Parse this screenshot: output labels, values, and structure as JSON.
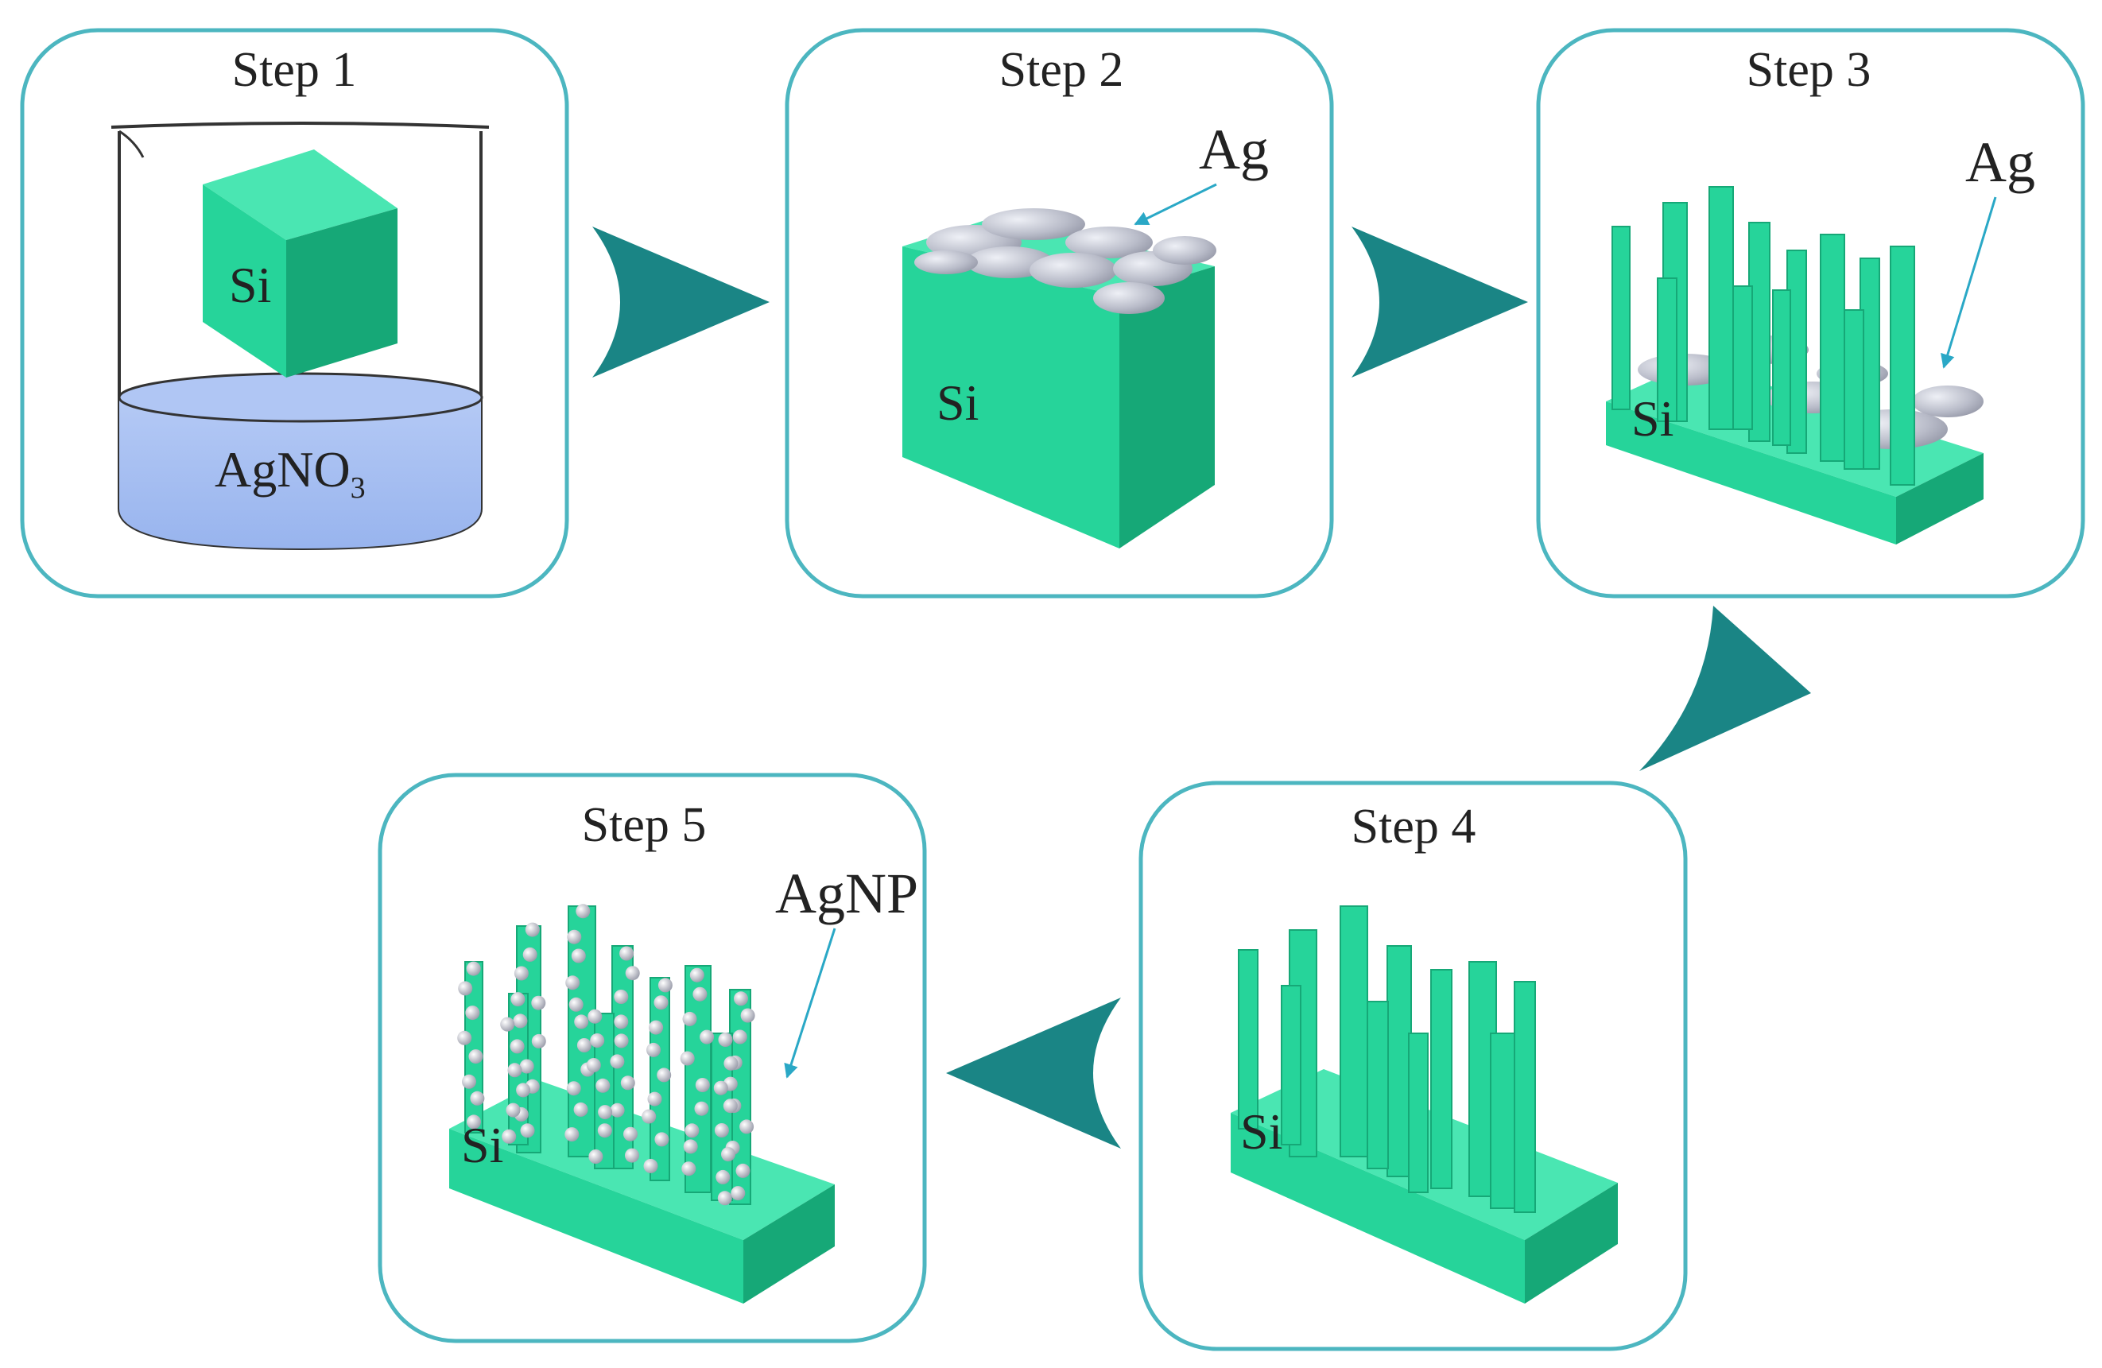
{
  "diagram": {
    "steps": [
      {
        "title": "Step 1",
        "labels": {
          "cube": "Si",
          "solution": "AgNO",
          "solution_sub": "3"
        }
      },
      {
        "title": "Step 2",
        "labels": {
          "substrate": "Si",
          "pointer": "Ag"
        }
      },
      {
        "title": "Step 3",
        "labels": {
          "substrate": "Si",
          "pointer": "Ag"
        }
      },
      {
        "title": "Step 4",
        "labels": {
          "substrate": "Si"
        }
      },
      {
        "title": "Step 5",
        "labels": {
          "substrate": "Si",
          "pointer": "AgNP"
        }
      }
    ],
    "colors": {
      "frame": "#4cb6c0",
      "arrow": "#1a8585",
      "silicon_front": "#26d49a",
      "silicon_side": "#16a877",
      "silicon_top": "#4ae6b2",
      "silver": "#b9bcc9",
      "solution": "#a6c0f2",
      "pointer": "#2aa8c6"
    }
  }
}
